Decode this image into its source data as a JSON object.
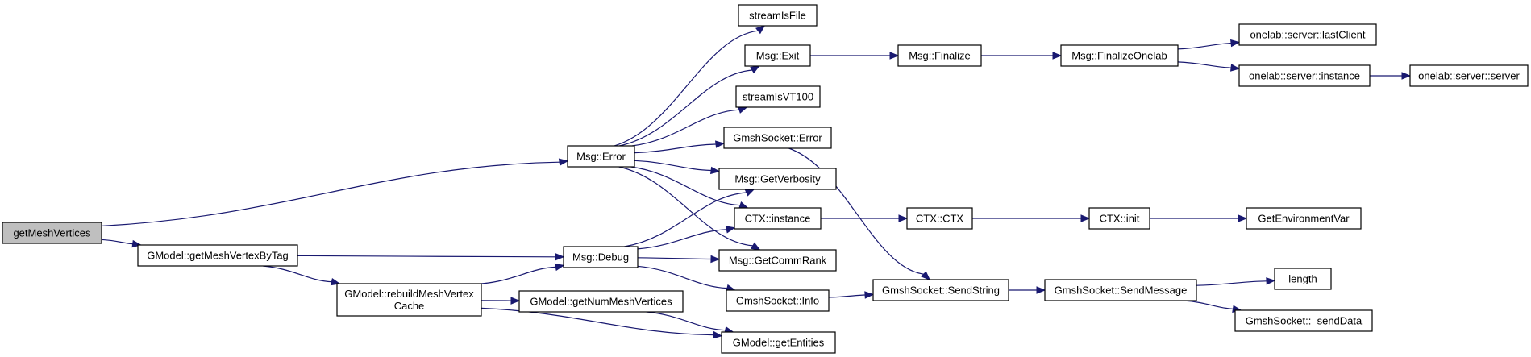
{
  "nodes": [
    {
      "id": "getMeshVertices",
      "lines": [
        "getMeshVertices"
      ],
      "root": true
    },
    {
      "id": "getMeshVertexByTag",
      "lines": [
        "GModel::getMeshVertexByTag"
      ]
    },
    {
      "id": "rebuild",
      "lines": [
        "GModel::rebuildMeshVertex",
        "Cache"
      ]
    },
    {
      "id": "msgError",
      "lines": [
        "Msg::Error"
      ]
    },
    {
      "id": "msgDebug",
      "lines": [
        "Msg::Debug"
      ]
    },
    {
      "id": "getNumMeshVertices",
      "lines": [
        "GModel::getNumMeshVertices"
      ]
    },
    {
      "id": "getEntities",
      "lines": [
        "GModel::getEntities"
      ]
    },
    {
      "id": "streamIsFile",
      "lines": [
        "streamIsFile"
      ]
    },
    {
      "id": "msgExit",
      "lines": [
        "Msg::Exit"
      ]
    },
    {
      "id": "streamIsVT100",
      "lines": [
        "streamIsVT100"
      ]
    },
    {
      "id": "gsError",
      "lines": [
        "GmshSocket::Error"
      ]
    },
    {
      "id": "getVerbosity",
      "lines": [
        "Msg::GetVerbosity"
      ]
    },
    {
      "id": "ctxInstance",
      "lines": [
        "CTX::instance"
      ]
    },
    {
      "id": "getCommRank",
      "lines": [
        "Msg::GetCommRank"
      ]
    },
    {
      "id": "gsInfo",
      "lines": [
        "GmshSocket::Info"
      ]
    },
    {
      "id": "msgFinalize",
      "lines": [
        "Msg::Finalize"
      ]
    },
    {
      "id": "ctxCtor",
      "lines": [
        "CTX::CTX"
      ]
    },
    {
      "id": "sendString",
      "lines": [
        "GmshSocket::SendString"
      ]
    },
    {
      "id": "finalizeOnelab",
      "lines": [
        "Msg::FinalizeOnelab"
      ]
    },
    {
      "id": "ctxInit",
      "lines": [
        "CTX::init"
      ]
    },
    {
      "id": "sendMessage",
      "lines": [
        "GmshSocket::SendMessage"
      ]
    },
    {
      "id": "lastClient",
      "lines": [
        "onelab::server::lastClient"
      ]
    },
    {
      "id": "olInstance",
      "lines": [
        "onelab::server::instance"
      ]
    },
    {
      "id": "olServer",
      "lines": [
        "onelab::server::server"
      ]
    },
    {
      "id": "getEnvVar",
      "lines": [
        "GetEnvironmentVar"
      ]
    },
    {
      "id": "length",
      "lines": [
        "length"
      ]
    },
    {
      "id": "sendData",
      "lines": [
        "GmshSocket::_sendData"
      ]
    }
  ],
  "edges": [
    {
      "from": "getMeshVertices",
      "to": "msgError"
    },
    {
      "from": "getMeshVertices",
      "to": "getMeshVertexByTag"
    },
    {
      "from": "getMeshVertexByTag",
      "to": "msgDebug"
    },
    {
      "from": "getMeshVertexByTag",
      "to": "rebuild"
    },
    {
      "from": "rebuild",
      "to": "msgDebug"
    },
    {
      "from": "rebuild",
      "to": "getNumMeshVertices"
    },
    {
      "from": "rebuild",
      "to": "getEntities"
    },
    {
      "from": "getNumMeshVertices",
      "to": "getEntities"
    },
    {
      "from": "msgError",
      "to": "streamIsFile"
    },
    {
      "from": "msgError",
      "to": "msgExit"
    },
    {
      "from": "msgError",
      "to": "streamIsVT100"
    },
    {
      "from": "msgError",
      "to": "gsError"
    },
    {
      "from": "msgError",
      "to": "getVerbosity"
    },
    {
      "from": "msgError",
      "to": "ctxInstance"
    },
    {
      "from": "msgError",
      "to": "getCommRank"
    },
    {
      "from": "msgDebug",
      "to": "getVerbosity"
    },
    {
      "from": "msgDebug",
      "to": "ctxInstance"
    },
    {
      "from": "msgDebug",
      "to": "getCommRank"
    },
    {
      "from": "msgDebug",
      "to": "gsInfo"
    },
    {
      "from": "msgExit",
      "to": "msgFinalize"
    },
    {
      "from": "msgFinalize",
      "to": "finalizeOnelab"
    },
    {
      "from": "finalizeOnelab",
      "to": "lastClient"
    },
    {
      "from": "finalizeOnelab",
      "to": "olInstance"
    },
    {
      "from": "olInstance",
      "to": "olServer"
    },
    {
      "from": "gsError",
      "to": "sendString"
    },
    {
      "from": "gsInfo",
      "to": "sendString"
    },
    {
      "from": "ctxInstance",
      "to": "ctxCtor"
    },
    {
      "from": "ctxCtor",
      "to": "ctxInit"
    },
    {
      "from": "ctxInit",
      "to": "getEnvVar"
    },
    {
      "from": "sendString",
      "to": "sendMessage"
    },
    {
      "from": "sendMessage",
      "to": "length"
    },
    {
      "from": "sendMessage",
      "to": "sendData"
    }
  ]
}
